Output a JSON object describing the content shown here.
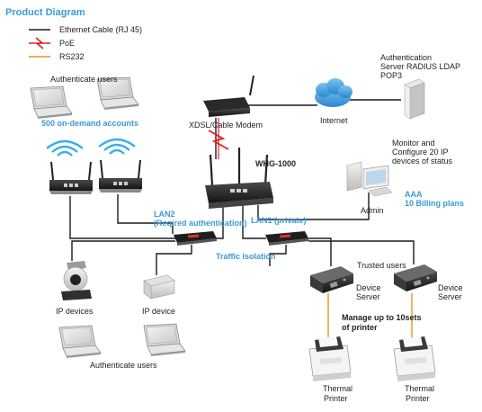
{
  "title": "Product Diagram",
  "legend": {
    "ethernet": "Ethernet Cable (RJ 45)",
    "poe": "PoE",
    "rs232": "RS232"
  },
  "labels": {
    "auth_users_top": "Authenticate users",
    "on_demand": "500 on-demand accounts",
    "modem": "XDSL/Cable Modem",
    "internet": "Internet",
    "auth_server_1": "Authentication",
    "auth_server_2": "Server RADIUS LDAP",
    "auth_server_3": "POP3",
    "monitor_1": "Monitor and",
    "monitor_2": "Configure 20 IP",
    "monitor_3": "devices of status",
    "whg": "WHG-1000",
    "aaa_1": "AAA",
    "aaa_2": "10 Billing plans",
    "admin": "Admin",
    "lan2_1": "LAN2",
    "lan2_2": "(Reqired authentication)",
    "lan1": "LAN1 (private)",
    "traffic": "Traffic Isolation",
    "trusted": "Trusted users",
    "device_server_a1": "Device",
    "device_server_a2": "Server",
    "device_server_b1": "Device",
    "device_server_b2": "Server",
    "ip_devices": "IP devices",
    "ip_device": "IP device",
    "manage_1": "Manage up to 10sets",
    "manage_2": "of printer",
    "auth_users_bottom": "Authenticate users",
    "printer_a1": "Thermal",
    "printer_a2": "Printer",
    "printer_b1": "Thermal",
    "printer_b2": "Printer"
  },
  "colors": {
    "accent": "#3a9ad9",
    "ethernet": "#1a1a1a",
    "poe": "#e02020",
    "rs232": "#f0a040"
  }
}
